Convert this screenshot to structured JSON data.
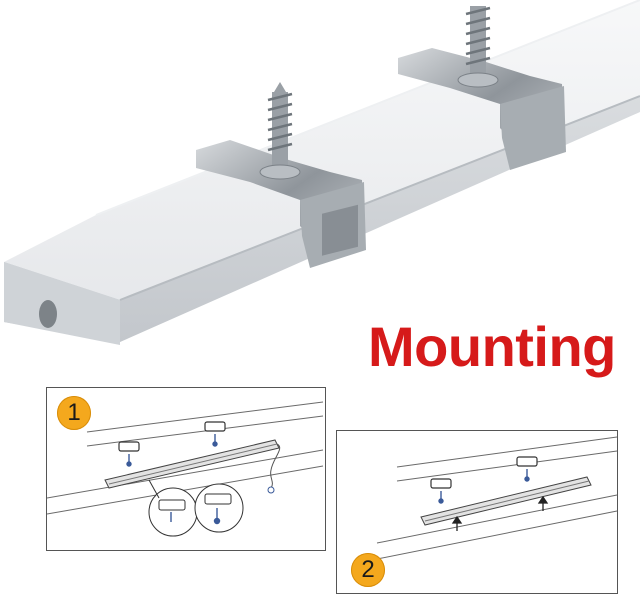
{
  "title": "Mounting",
  "steps": [
    {
      "number": "1"
    },
    {
      "number": "2"
    }
  ],
  "colors": {
    "title": "#d61a1a",
    "badge": "#f4a81d",
    "profile": "#e9ebee",
    "clip": "#9aa0a6"
  }
}
